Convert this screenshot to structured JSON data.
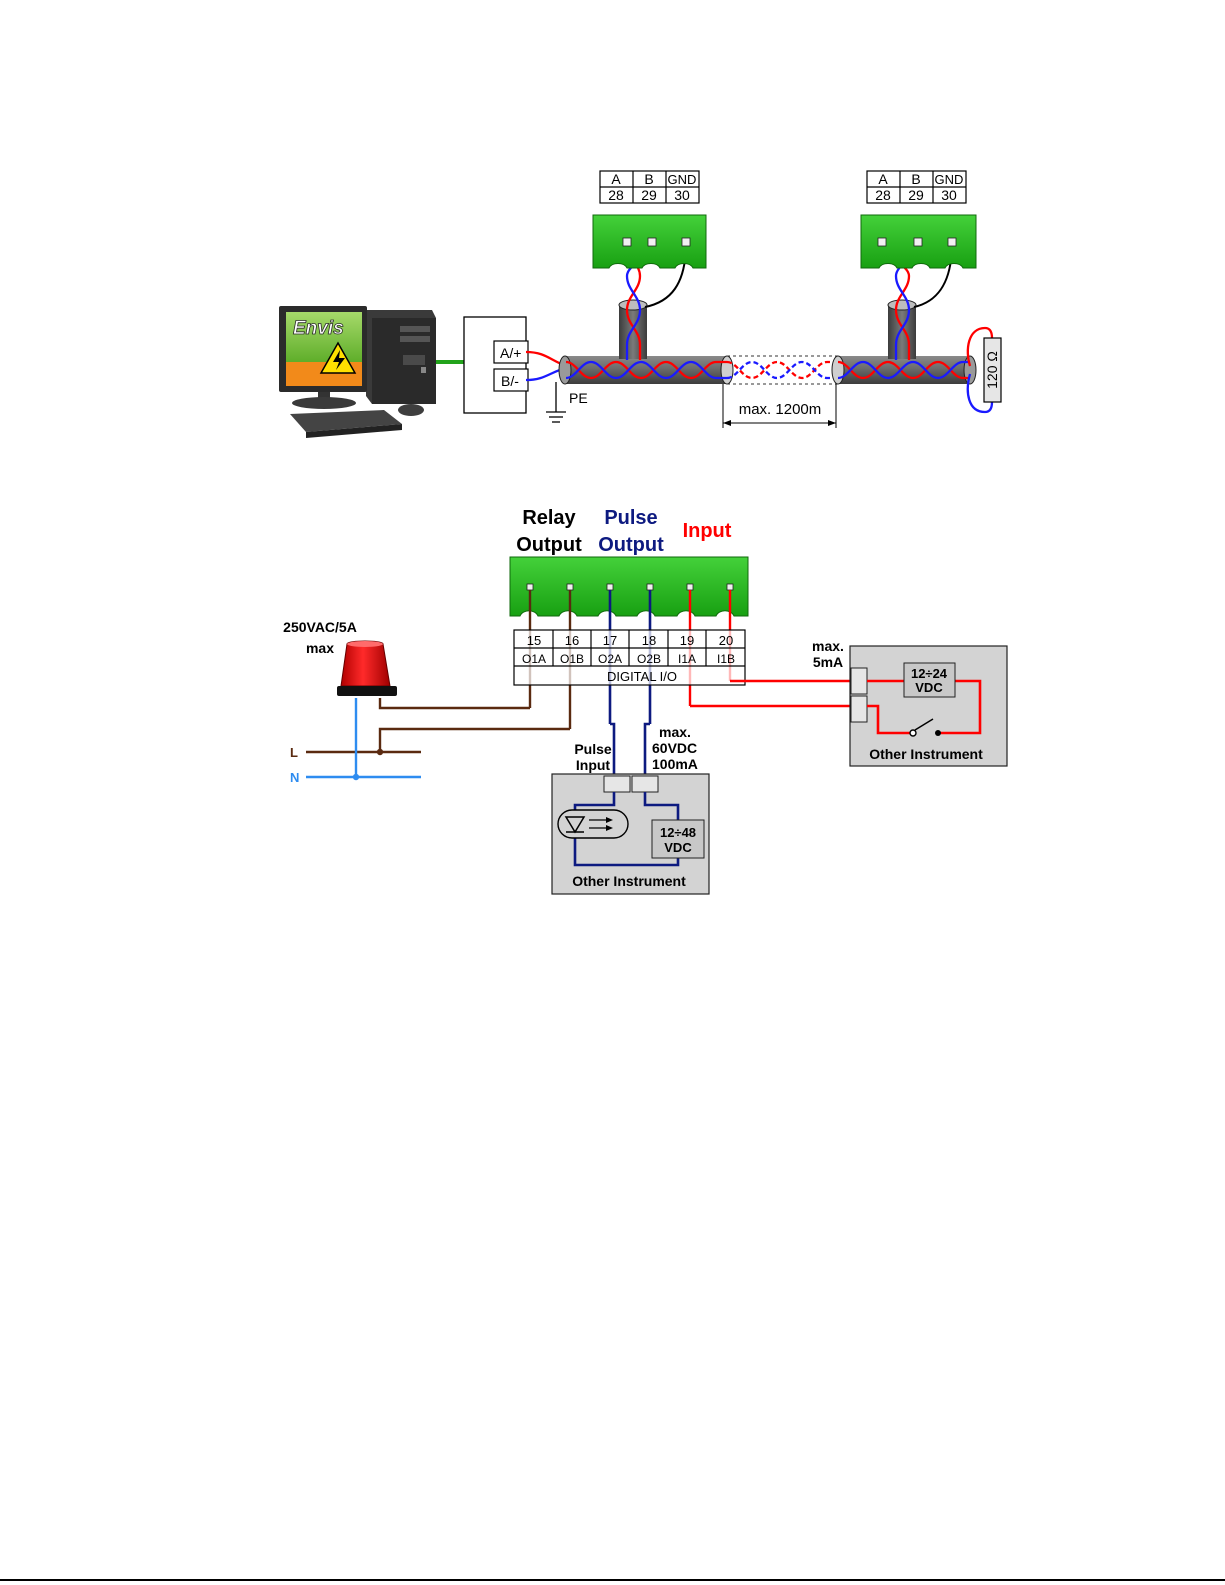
{
  "rs485": {
    "monitor_brand": "Envis",
    "converter": {
      "a_label": "A/+",
      "b_label": "B/-"
    },
    "pe_label": "PE",
    "length_label": "max. 1200m",
    "terminator_label": "120 Ω",
    "device1": {
      "headers": [
        "A",
        "B",
        "GND"
      ],
      "numbers": [
        "28",
        "29",
        "30"
      ]
    },
    "device2": {
      "headers": [
        "A",
        "B",
        "GND"
      ],
      "numbers": [
        "28",
        "29",
        "30"
      ]
    }
  },
  "digital_io": {
    "relay_title_1": "Relay",
    "relay_title_2": "Output",
    "pulse_title_1": "Pulse",
    "pulse_title_2": "Output",
    "input_title": "Input",
    "terminal_numbers": [
      "15",
      "16",
      "17",
      "18",
      "19",
      "20"
    ],
    "terminal_names": [
      "O1A",
      "O1B",
      "O2A",
      "O2B",
      "I1A",
      "I1B"
    ],
    "bar_label": "DIGITAL I/O",
    "lamp_rating_1": "250VAC/5A",
    "lamp_rating_2": "max",
    "line_l": "L",
    "line_n": "N",
    "pulse_input_1": "Pulse",
    "pulse_input_2": "Input",
    "pulse_limit_1": "max.",
    "pulse_limit_2": "60VDC",
    "pulse_limit_3": "100mA",
    "pulse_supply_1": "12÷48",
    "pulse_supply_2": "VDC",
    "pulse_instrument": "Other Instrument",
    "input_limit_1": "max.",
    "input_limit_2": "5mA",
    "input_supply_1": "12÷24",
    "input_supply_2": "VDC",
    "input_instrument": "Other Instrument"
  },
  "colors": {
    "green": "#22b21b",
    "red_wire": "#ff0000",
    "blue_wire": "#1a1aff",
    "navy_wire": "#0d1a80",
    "brown_wire": "#5a2a10",
    "n_wire": "#2e8cf0",
    "cable": "#5e5e5e",
    "instrument_bg": "#d3d3d3"
  }
}
